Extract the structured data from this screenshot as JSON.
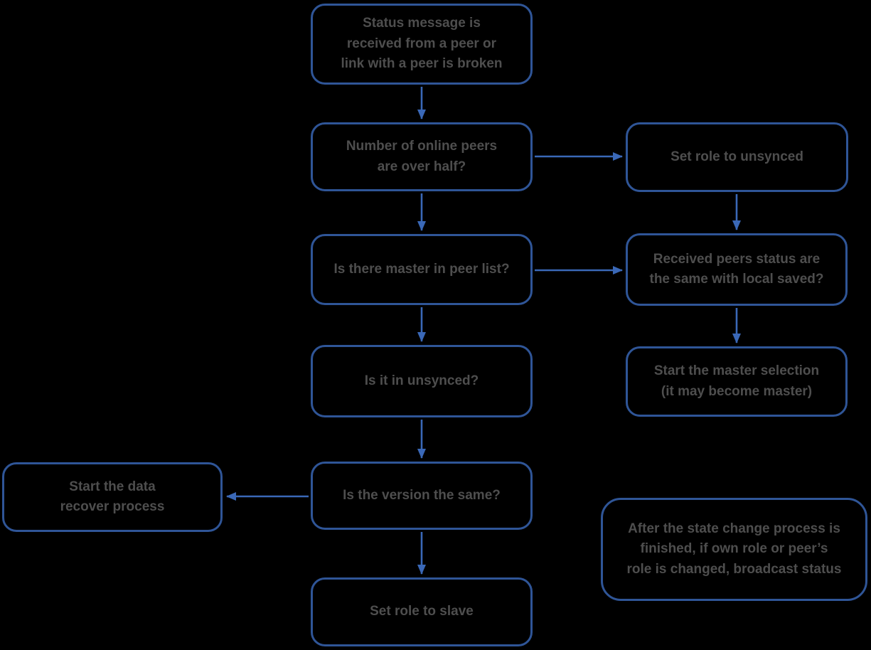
{
  "diagram": {
    "type": "flowchart",
    "description": "Peer status / role state-change decision flowchart",
    "colors": {
      "box_border": "#2f5597",
      "arrow": "#3a68b7",
      "text": "#4e4e4e",
      "background": "#000000"
    },
    "nodes": {
      "status_received": {
        "label": "Status message is\nreceived from a peer or\nlink with a peer is broken"
      },
      "peers_over_half": {
        "label": "Number of online peers\nare over half?"
      },
      "set_role_unsynced": {
        "label": "Set role to unsynced"
      },
      "master_in_peer_list": {
        "label": "Is there master in peer list?"
      },
      "peers_status_same": {
        "label": "Received peers status are\nthe same with local saved?"
      },
      "is_in_unsynced": {
        "label": "Is it in unsynced?"
      },
      "start_master_selection": {
        "label": "Start the master selection\n(it may become master)"
      },
      "version_same": {
        "label": "Is the version the same?"
      },
      "start_data_recover": {
        "label": "Start the data\nrecover process"
      },
      "set_role_slave": {
        "label": "Set role to slave"
      },
      "broadcast_note": {
        "label": "After the state change process is\nfinished, if own role or peer’s\nrole is changed, broadcast status"
      }
    },
    "edges": [
      {
        "from": "status_received",
        "to": "peers_over_half"
      },
      {
        "from": "peers_over_half",
        "to": "set_role_unsynced"
      },
      {
        "from": "peers_over_half",
        "to": "master_in_peer_list"
      },
      {
        "from": "set_role_unsynced",
        "to": "peers_status_same"
      },
      {
        "from": "master_in_peer_list",
        "to": "peers_status_same"
      },
      {
        "from": "master_in_peer_list",
        "to": "is_in_unsynced"
      },
      {
        "from": "peers_status_same",
        "to": "start_master_selection"
      },
      {
        "from": "is_in_unsynced",
        "to": "version_same"
      },
      {
        "from": "version_same",
        "to": "start_data_recover"
      },
      {
        "from": "version_same",
        "to": "set_role_slave"
      }
    ]
  }
}
